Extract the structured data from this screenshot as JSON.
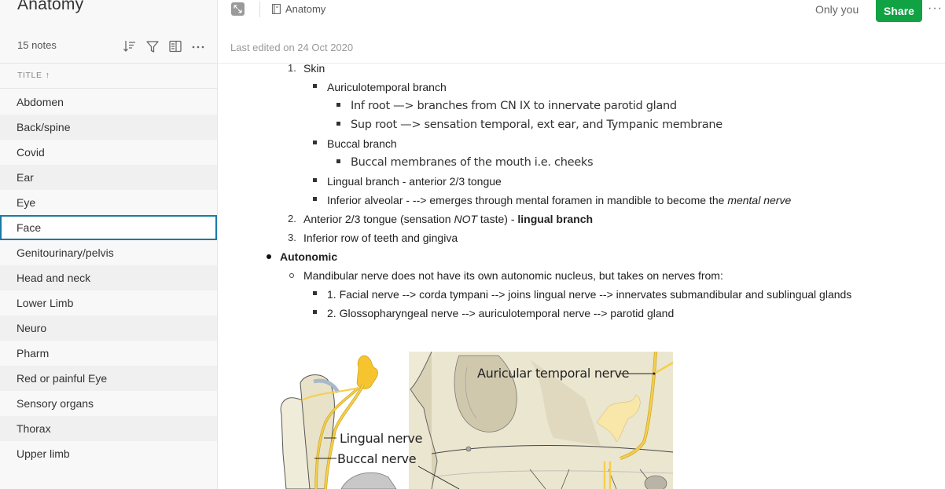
{
  "sidebar": {
    "notebook_title": "Anatomy",
    "notes_count": "15 notes",
    "toolbar": {
      "sort_icon": "sort-icon",
      "filter_icon": "filter-icon",
      "view_icon": "view-options-icon",
      "more_icon": "more-icon"
    },
    "column_header": "TITLE",
    "column_sort_glyph": "↑",
    "notes": [
      {
        "title": "Abdomen"
      },
      {
        "title": "Back/spine"
      },
      {
        "title": "Covid"
      },
      {
        "title": "Ear"
      },
      {
        "title": "Eye"
      },
      {
        "title": "Face",
        "selected": true
      },
      {
        "title": "Genitourinary/pelvis"
      },
      {
        "title": "Head and neck"
      },
      {
        "title": "Lower Limb"
      },
      {
        "title": "Neuro"
      },
      {
        "title": "Pharm"
      },
      {
        "title": "Red or painful Eye"
      },
      {
        "title": "Sensory organs"
      },
      {
        "title": "Thorax"
      },
      {
        "title": "Upper limb"
      }
    ],
    "selected_color": "#1a7aa6"
  },
  "header": {
    "breadcrumb": "Anatomy",
    "sharing_status": "Only you",
    "share_label": "Share",
    "share_color": "#10a243",
    "more_label": "···",
    "last_edited": "Last edited on 24 Oct 2020"
  },
  "note": {
    "l1_num": "1.",
    "l1": "Skin",
    "l2": "Auriculotemporal branch",
    "l3": "Inf root —> branches from CN IX to innervate parotid gland",
    "l4": "Sup root —> sensation temporal, ext ear, and Tympanic membrane",
    "l5": "Buccal branch",
    "l6": "Buccal membranes of the mouth i.e. cheeks",
    "l7": "Lingual branch - anterior 2/3 tongue",
    "l8a": "Inferior alveolar - --> emerges through mental foramen in mandible to become the ",
    "l8b": "mental nerve",
    "l9_num": "2.",
    "l9a": "Anterior 2/3 tongue (sensation ",
    "l9b": "NOT",
    "l9c": " taste) - ",
    "l9d": "lingual branch",
    "l10_num": "3.",
    "l10": "Inferior row of teeth and gingiva",
    "l11": "Autonomic",
    "l12": "Mandibular nerve does not have its own autonomic nucleus, but takes on nerves from:",
    "l13": "1. Facial nerve --> corda tympani --> joins lingual nerve --> innervates submandibular and sublingual glands",
    "l14": "2. Glossopharyngeal nerve --> auriculotemporal nerve --> parotid gland"
  },
  "figure": {
    "labels": {
      "auricular": "Auricular temporal nerve",
      "lingual": "Lingual nerve",
      "buccal": "Buccal nerve"
    },
    "nerve_color": "#f5cf4a",
    "bone_color": "#eeead6"
  }
}
